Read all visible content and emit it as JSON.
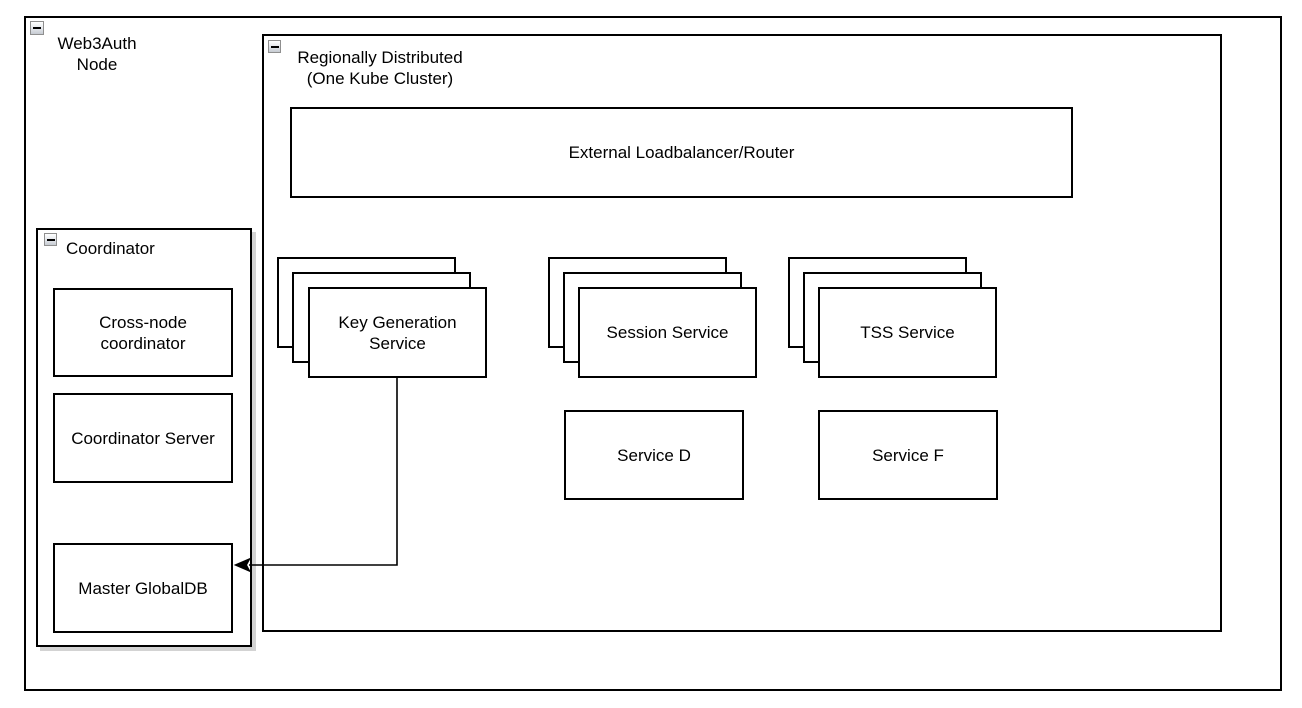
{
  "diagram": {
    "outer_container": {
      "label": "Web3Auth\nNode"
    },
    "regional_container": {
      "label": "Regionally Distributed\n(One Kube Cluster)"
    },
    "loadbalancer": {
      "label": "External Loadbalancer/Router"
    },
    "stacks": [
      {
        "label": "Key Generation Service"
      },
      {
        "label": "Session Service"
      },
      {
        "label": "TSS Service"
      }
    ],
    "services": [
      {
        "label": "Service D"
      },
      {
        "label": "Service F"
      }
    ],
    "coordinator": {
      "label": "Coordinator",
      "children": [
        "Cross-node coordinator",
        "Coordinator Server",
        "Master GlobalDB"
      ]
    },
    "icons": {
      "collapse": "minus-square"
    },
    "colors": {
      "stroke": "#000000",
      "background": "#ffffff",
      "shadow": "#d3d3d3"
    }
  }
}
